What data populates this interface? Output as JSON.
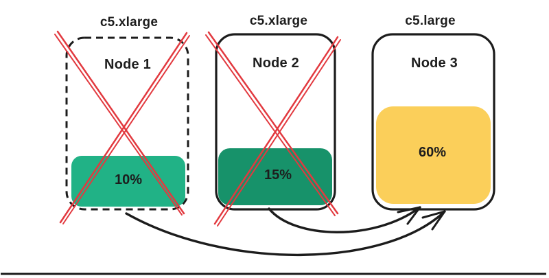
{
  "diagram": {
    "description": "Node consolidation: two under-utilized c5.xlarge nodes are terminated and their workloads move to a single c5.large node",
    "colors": {
      "ink": "#1c1c1c",
      "cross": "#e2393f",
      "background": "#ffffff",
      "text": "#1d1d1d"
    },
    "nodes": [
      {
        "instance_type": "c5.xlarge",
        "name": "Node 1",
        "utilization_label": "10%",
        "utilization_percent": 10,
        "fill": "#21b286",
        "border_style": "dashed",
        "crossed_out": true
      },
      {
        "instance_type": "c5.xlarge",
        "name": "Node 2",
        "utilization_label": "15%",
        "utilization_percent": 15,
        "fill": "#17926a",
        "border_style": "solid",
        "crossed_out": true
      },
      {
        "instance_type": "c5.large",
        "name": "Node 3",
        "utilization_label": "60%",
        "utilization_percent": 60,
        "fill": "#fbcf5a",
        "border_style": "solid",
        "crossed_out": false
      }
    ],
    "arrows": [
      {
        "from": "Node 1",
        "to": "Node 3"
      },
      {
        "from": "Node 2",
        "to": "Node 3"
      }
    ]
  }
}
